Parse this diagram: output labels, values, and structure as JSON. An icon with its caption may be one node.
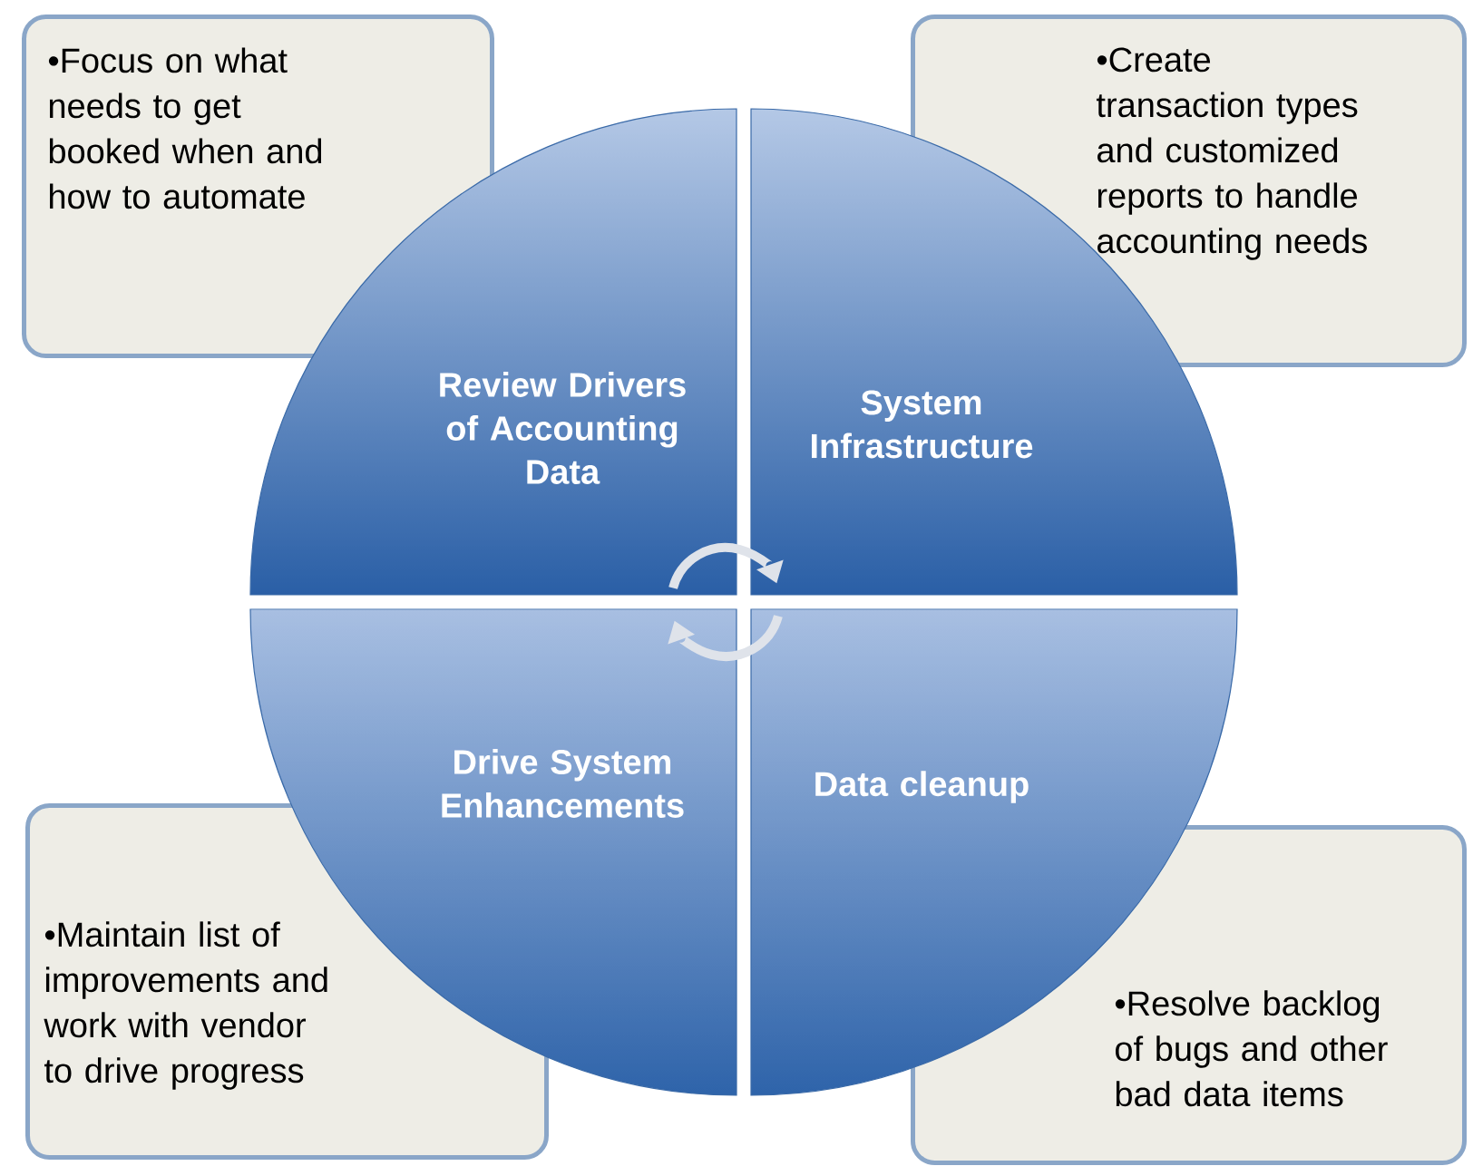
{
  "diagram": {
    "nodes": [
      {
        "text": [
          "•Focus on what needs to get booked when and how to automate"
        ]
      },
      {
        "text": [
          "•Create transaction types and customized reports to handle accounting needs"
        ]
      },
      {
        "text": [
          "Review Drivers of Accounting Data"
        ]
      },
      {
        "text": [
          "System Infrastructure"
        ]
      },
      {
        "text": [
          "Drive System Enhancements"
        ]
      },
      {
        "text": [
          "Data cleanup"
        ]
      },
      {
        "text": [
          "•Maintain list of improvements and work with vendor to drive progress"
        ]
      },
      {
        "text": [
          "•Resolve backlog of bugs and other bad data items"
        ]
      }
    ],
    "edges": [
      {
        "from": 2,
        "to": 3,
        "arrow": "to"
      },
      {
        "from": 5,
        "to": 4,
        "arrow": "to"
      }
    ]
  }
}
